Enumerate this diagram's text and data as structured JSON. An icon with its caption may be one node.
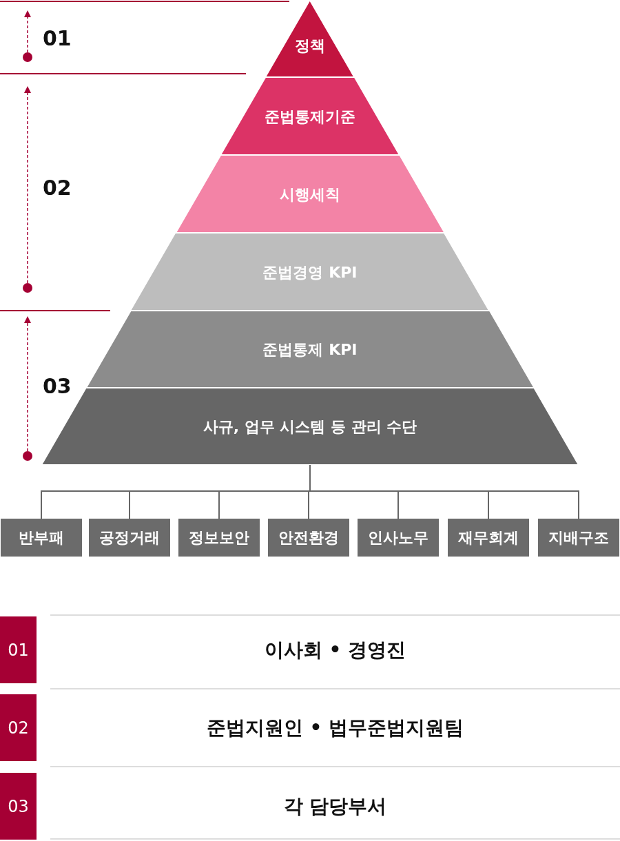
{
  "diagram": {
    "nodes": [
      {
        "text": [
          "정책"
        ]
      },
      {
        "text": [
          "준법통제기준"
        ]
      },
      {
        "text": [
          "시행세칙"
        ]
      },
      {
        "text": [
          "준법경영 KPI"
        ]
      },
      {
        "text": [
          "준법통제 KPI"
        ]
      },
      {
        "text": [
          "사규, 업무 시스템 등 관리 수단"
        ]
      },
      {
        "text": [
          "반부패"
        ]
      },
      {
        "text": [
          "공정거래"
        ]
      },
      {
        "text": [
          "정보보안"
        ]
      },
      {
        "text": [
          "안전환경"
        ]
      },
      {
        "text": [
          "인사노무"
        ]
      },
      {
        "text": [
          "재무회계"
        ]
      },
      {
        "text": [
          "지배구조"
        ]
      },
      {
        "text": [
          "01"
        ]
      },
      {
        "text": [
          "02"
        ]
      },
      {
        "text": [
          "03"
        ]
      }
    ],
    "edges": [
      {
        "from": 5,
        "to": 6,
        "arrow": "none"
      },
      {
        "from": 5,
        "to": 7,
        "arrow": "none"
      },
      {
        "from": 5,
        "to": 8,
        "arrow": "none"
      },
      {
        "from": 5,
        "to": 9,
        "arrow": "none"
      },
      {
        "from": 5,
        "to": 10,
        "arrow": "none"
      },
      {
        "from": 5,
        "to": 11,
        "arrow": "none"
      },
      {
        "from": 5,
        "to": 12,
        "arrow": "none"
      }
    ],
    "labels": [
      "01",
      "02",
      "03",
      "이사회 • 경영진",
      "준법지원인 • 법무준법지원팀",
      "각 담당부서"
    ]
  }
}
